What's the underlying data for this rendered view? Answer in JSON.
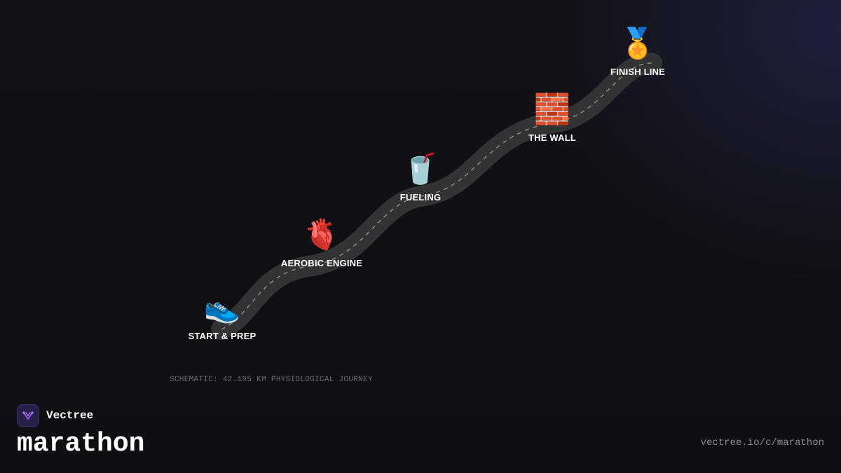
{
  "milestones": [
    {
      "emoji": "👟",
      "label": "START & PREP",
      "icon": "running-shoe-icon"
    },
    {
      "emoji": "🫀",
      "label": "AEROBIC ENGINE",
      "icon": "anatomical-heart-icon"
    },
    {
      "emoji": "🥤",
      "label": "FUELING",
      "icon": "cup-with-straw-icon"
    },
    {
      "emoji": "🧱",
      "label": "THE WALL",
      "icon": "brick-wall-icon"
    },
    {
      "emoji": "🏅",
      "label": "FINISH LINE",
      "icon": "medal-icon"
    }
  ],
  "caption": "SCHEMATIC: 42.195 KM PHYSIOLOGICAL JOURNEY",
  "brand": {
    "name": "Vectree",
    "logo_icon": "vectree-logo-icon",
    "accent": "#a855f7"
  },
  "title": "marathon",
  "url": "vectree.io/c/marathon",
  "colors": {
    "background": "#0f0f13",
    "road": "#333333",
    "road_dash": "#8a8a8a",
    "text": "#ffffff",
    "muted_text": "#6a6a72"
  }
}
